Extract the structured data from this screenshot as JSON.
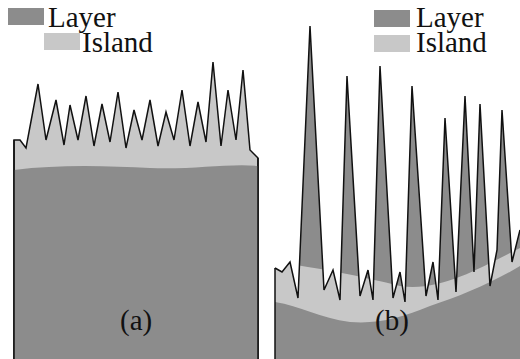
{
  "diagram": {
    "labels": [
      "(a)",
      "(b)"
    ],
    "legend": [
      {
        "text": "Layer",
        "color": "#8c8c8c"
      },
      {
        "text": "Island",
        "color": "#c8c8c8"
      },
      {
        "text": "Layer",
        "color": "#8c8c8c"
      },
      {
        "text": "Island",
        "color": "#c8c8c8"
      }
    ]
  }
}
